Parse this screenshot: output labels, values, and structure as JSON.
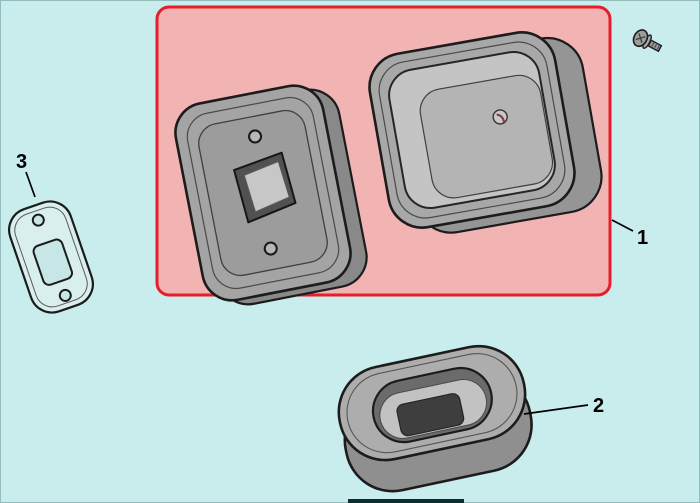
{
  "diagram": {
    "kind": "exploded-parts-diagram",
    "callouts": [
      {
        "label": "1",
        "part": "muffler-and-housing-assembly"
      },
      {
        "label": "2",
        "part": "air-filter-element"
      },
      {
        "label": "3",
        "part": "gasket"
      }
    ],
    "icons": {
      "fastener": "screw-icon"
    },
    "colors": {
      "background": "#c9ecec",
      "page_border": "#93bcbc",
      "callout_fill": "#f2b4b2",
      "callout_stroke": "#e51e2b",
      "outline": "#1c1c1c",
      "metal_mid": "#a4a4a4",
      "metal_dark": "#8d8d8d",
      "metal_light": "#c6c6c6",
      "label_color": "#000000",
      "bottom_mark": "#0c2d32"
    }
  }
}
